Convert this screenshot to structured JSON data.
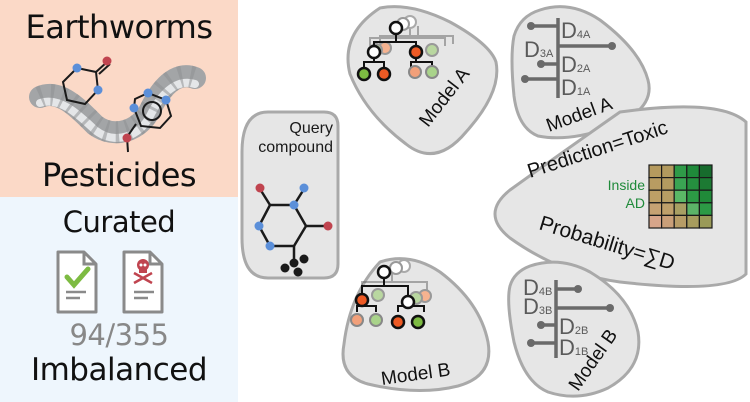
{
  "left_panel": {
    "top": {
      "title": "Earthworms",
      "subtitle": "Pesticides",
      "background": "#fbd9c7"
    },
    "bottom": {
      "title": "Curated",
      "ratio": "94/355",
      "footer": "Imbalanced",
      "background": "#eef6fd",
      "icons": [
        "document-check-icon",
        "document-skull-icon"
      ]
    }
  },
  "query": {
    "line1": "Query",
    "line2": "compound"
  },
  "models": {
    "tree_a_label": "Model A",
    "dist_a_label": "Model A",
    "tree_b_label": "Model B",
    "dist_b_label": "Model B",
    "dist_a": {
      "d4": "D",
      "d4_sub": "4A",
      "d3": "D",
      "d3_sub": "3A",
      "d2": "D",
      "d2_sub": "2A",
      "d1": "D",
      "d1_sub": "1A"
    },
    "dist_b": {
      "d4": "D",
      "d4_sub": "4B",
      "d3": "D",
      "d3_sub": "3B",
      "d2": "D",
      "d2_sub": "2B",
      "d1": "D",
      "d1_sub": "1B"
    }
  },
  "result": {
    "prediction": "Prediction=Toxic",
    "probability": "Probability=∑D",
    "ad_line1": "Inside",
    "ad_line2": "AD"
  },
  "colors": {
    "shape_fill": "#e6e6e6",
    "shape_stroke": "#a9a9a9",
    "oxygen": "#c0444f",
    "nitrogen": "#5b8fd9",
    "toxic_node": "#ee5a24",
    "safe_node": "#7dbb42",
    "ad_green": "#1f8a3a",
    "check": "#7dbb42",
    "skull": "#c0444f"
  }
}
